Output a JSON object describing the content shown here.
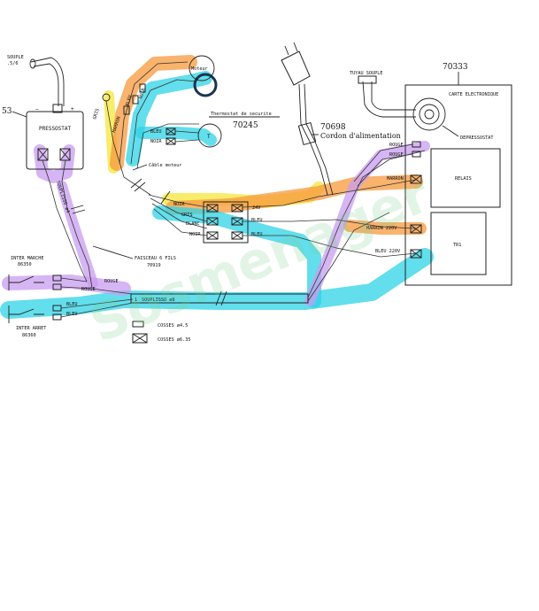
{
  "colors": {
    "cyan": "#2ed3e6",
    "orange": "#f79a3c",
    "yellow": "#f6e53a",
    "purple": "#c89cf0",
    "navy": "#1c3350"
  },
  "labels": {
    "souple": "SOUPLE",
    "souple_size": ".5/6",
    "pressostat_num": "53",
    "pressostat": "PRESSOSTAT",
    "minus": "−",
    "plus": "+",
    "moteur": "Moteur",
    "thermostat": "Thermostat de securite",
    "thermostat_num": "70245",
    "cordon_num": "70698",
    "cordon": "Cordon d'alimentation",
    "tuyau": "TUYAU SOUPLE",
    "carte_num": "70333",
    "carte": "CARTE ELECTRONIQUE",
    "depressostat": "DEPRESSOSTAT",
    "relais": "RELAIS",
    "tr1": "TR1",
    "cable_moteur": "Câble moteur",
    "faisceau": "FAISCEAU 6 FILS",
    "faisceau_num": "70919",
    "inter_marche": "INTER MARCHE",
    "inter_marche_num": "86350",
    "inter_arret": "INTER ARRET",
    "inter_arret_num": "86360",
    "souplisso_vert": "SOUPLISSO ø4",
    "souplisso": "SOUPLISSO ø8",
    "cosses_small": "COSSES ø4.5",
    "cosses_large": "COSSES ø6.35",
    "watermark": "Sosmenager"
  },
  "wires": {
    "gris": "GRIS",
    "marron": "MARRON",
    "bleu": "BLEU",
    "noir": "NOIR",
    "rouge": "ROUGE",
    "blanc": "BLANC",
    "v24": "24V",
    "marron_220": "MARRON 220V",
    "bleu_220": "BLEU 220V",
    "one": "1"
  }
}
